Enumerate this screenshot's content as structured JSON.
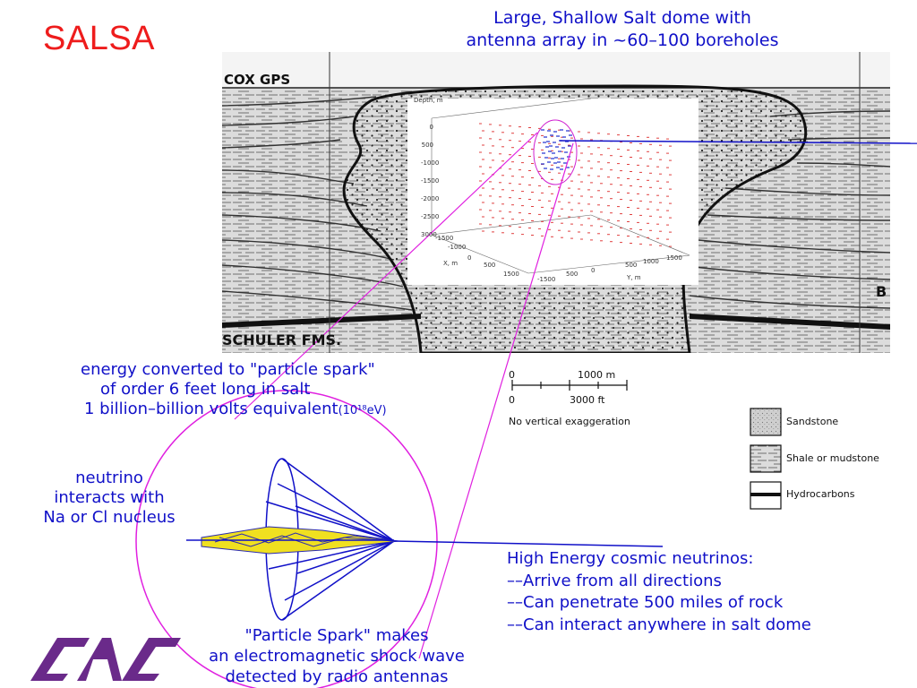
{
  "slide": {
    "title": "SALSA",
    "headline": [
      "Large, Shallow Salt dome with",
      "antenna array in ~60–100 boreholes"
    ]
  },
  "geology": {
    "label_top_left": "COX GPS",
    "label_bottom_left": "SCHULER FMS.",
    "label_right": "B",
    "plot": {
      "depth_label": "Depth, m",
      "depth_ticks": [
        "0",
        "500",
        "-1000",
        "-1500",
        "-2000",
        "-2500",
        "3000"
      ],
      "x_ticks": [
        "-1500",
        "-1000",
        "0",
        "500",
        "1500"
      ],
      "x_label": "X, m",
      "y_ticks": [
        "-1500",
        "500",
        "0",
        "500",
        "1000",
        "1500"
      ],
      "y_label": "Y, m"
    }
  },
  "scale": {
    "top_left": "0",
    "top_right": "1000 m",
    "bottom_left": "0",
    "bottom_right": "3000 ft",
    "note": "No vertical exaggeration"
  },
  "legend": {
    "items": [
      {
        "name": "sandstone",
        "label": "Sandstone"
      },
      {
        "name": "shale",
        "label": "Shale or mudstone"
      },
      {
        "name": "hydrocarbons",
        "label": "Hydrocarbons"
      }
    ]
  },
  "annotations": {
    "spark_lines": [
      "energy converted to \"particle spark\"",
      "of order 6 feet long in salt",
      "1 billion–billion volts equivalent"
    ],
    "spark_energy": "(10¹⁸eV)",
    "neutrino_lines": [
      "neutrino",
      "interacts with",
      "Na or Cl nucleus"
    ],
    "cosmic_lines": [
      "High Energy cosmic neutrinos:",
      "––Arrive from all directions",
      "––Can penetrate 500 miles of rock",
      "––Can interact anywhere in salt dome"
    ],
    "shock_lines": [
      "\"Particle Spark\" makes",
      "an electromagnetic shock wave",
      "detected by radio antennas"
    ]
  },
  "logo": {
    "text": "CAC"
  },
  "colors": {
    "title": "#ee1c1c",
    "text": "#1010c8",
    "magenta": "#e020e0",
    "spark": "#f0e020",
    "logo": "#6a2a8a"
  }
}
